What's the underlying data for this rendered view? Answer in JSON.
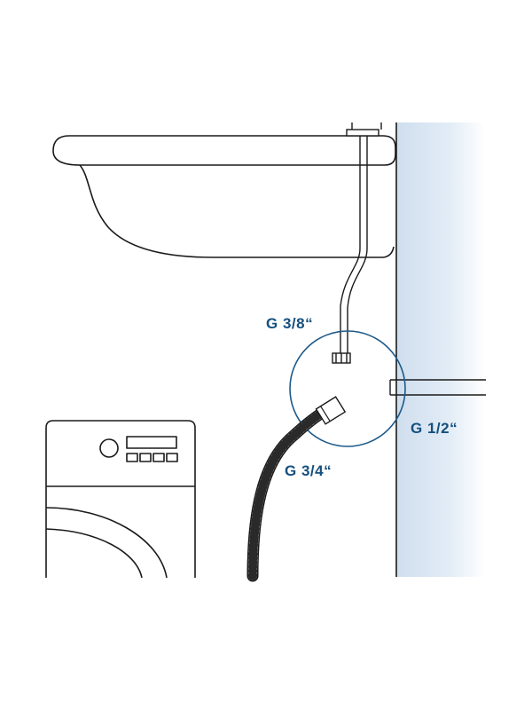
{
  "labels": {
    "tap_thread": "G 3/8“",
    "wall_outlet_thread": "G 1/2“",
    "hose_thread": "G 3/4“"
  },
  "colors": {
    "label": "#15507e",
    "circle": "#1d5a8a",
    "line": "#1a1a1a",
    "wall_fill": "#dce8f4"
  },
  "icons": {
    "sink": "sink-basin-icon",
    "washing_machine": "washing-machine-icon",
    "drain_hose": "drain-hose-icon"
  }
}
